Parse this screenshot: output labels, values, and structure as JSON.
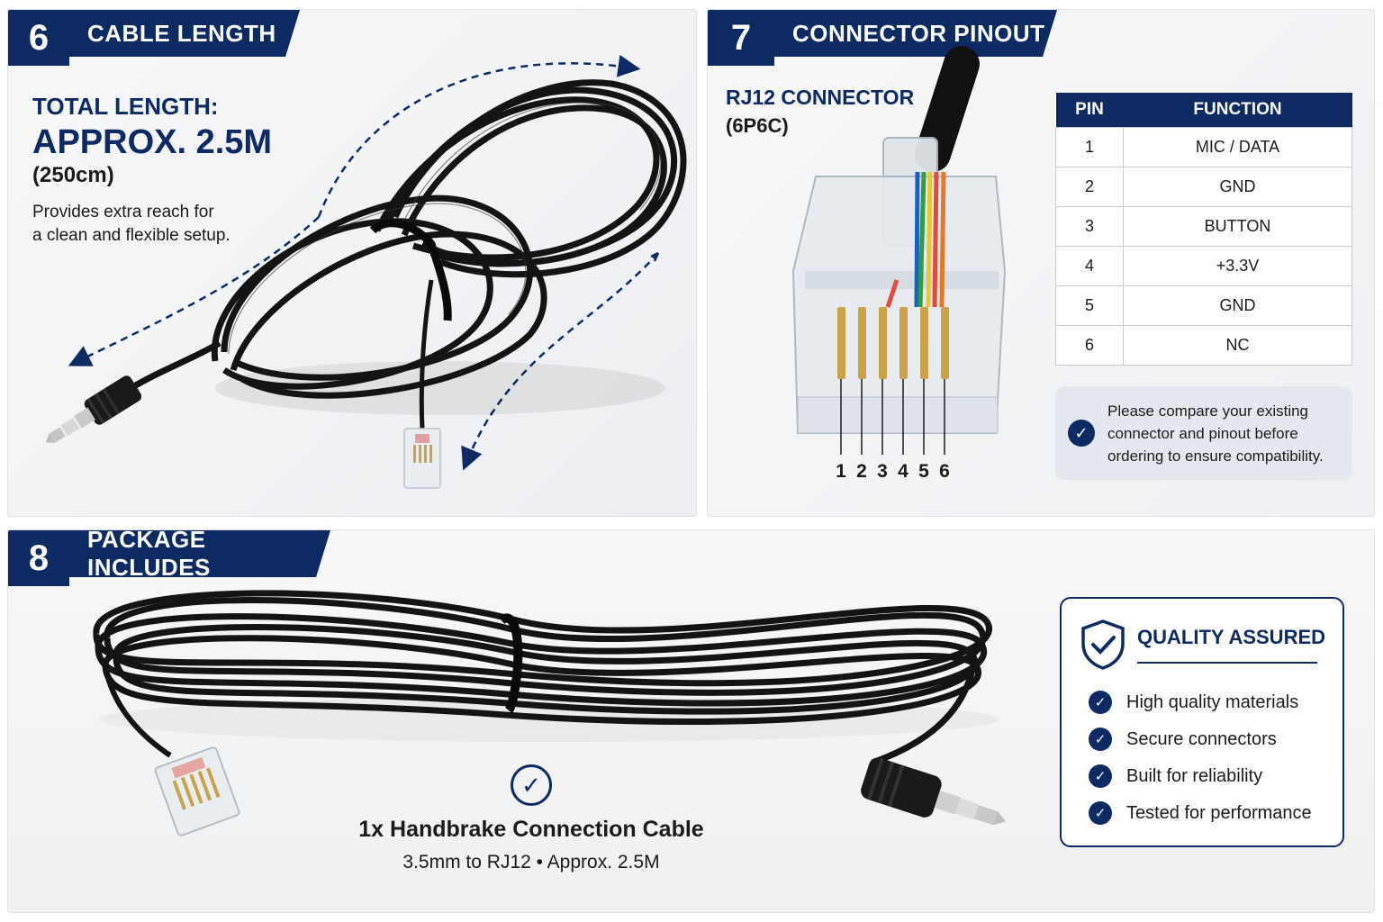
{
  "colors": {
    "navy": "#0e2a63",
    "cable": "#141414",
    "gold": "#c9a24a"
  },
  "panel6": {
    "number": "6",
    "title": "CABLE LENGTH",
    "total_label": "TOTAL LENGTH:",
    "length_value": "APPROX. 2.5M",
    "length_cm": "(250cm)",
    "desc_line1": "Provides extra reach for",
    "desc_line2": "a clean and flexible setup."
  },
  "panel7": {
    "number": "7",
    "title": "CONNECTOR PINOUT",
    "connector_name": "RJ12 CONNECTOR",
    "connector_type": "(6P6C)",
    "pin_labels": [
      "1",
      "2",
      "3",
      "4",
      "5",
      "6"
    ],
    "table": {
      "headers": [
        "PIN",
        "FUNCTION"
      ],
      "rows": [
        [
          "1",
          "MIC / DATA"
        ],
        [
          "2",
          "GND"
        ],
        [
          "3",
          "BUTTON"
        ],
        [
          "4",
          "+3.3V"
        ],
        [
          "5",
          "GND"
        ],
        [
          "6",
          "NC"
        ]
      ]
    },
    "note_lines": [
      "Please compare your existing",
      "connector and pinout before",
      "ordering to ensure compatibility."
    ],
    "note_icon": "check-circle-icon"
  },
  "panel8": {
    "number": "8",
    "title": "PACKAGE INCLUDES",
    "item_title": "1x Handbrake Connection Cable",
    "item_sub": "3.5mm to RJ12 • Approx. 2.5M",
    "item_icon": "check-circle-outline-icon",
    "quality": {
      "title": "QUALITY ASSURED",
      "icon": "shield-check-icon",
      "items": [
        "High quality materials",
        "Secure connectors",
        "Built for reliability",
        "Tested for performance"
      ]
    }
  }
}
